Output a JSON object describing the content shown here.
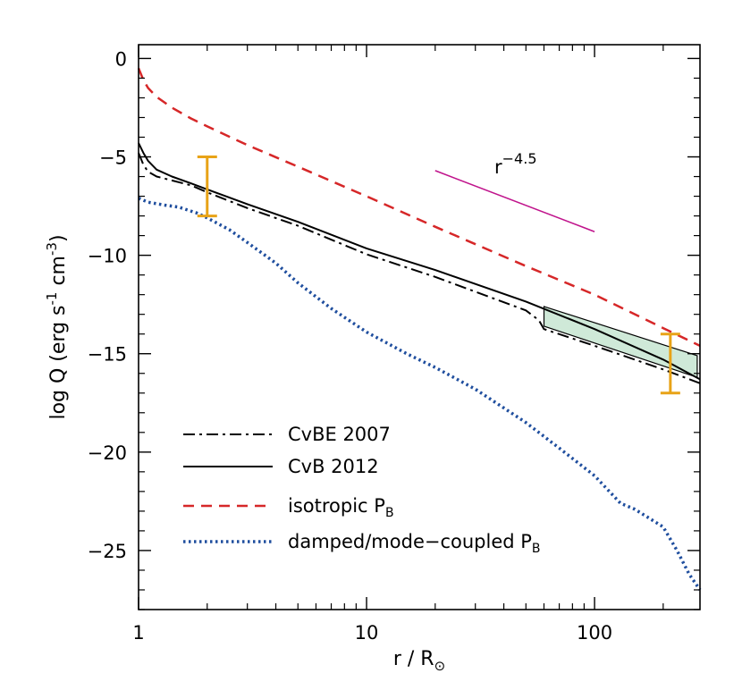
{
  "chart_data": {
    "type": "line",
    "xlabel": "r / R",
    "xlabel_subscript": "⊙",
    "ylabel_parts": [
      "log Q  (erg s",
      "-1",
      " cm",
      "-3",
      ")"
    ],
    "xscale": "log",
    "xlim": [
      1,
      290
    ],
    "ylim": [
      -28,
      0.7
    ],
    "x_ticks": [
      1,
      10,
      100
    ],
    "x_tick_labels": [
      "1",
      "10",
      "100"
    ],
    "y_ticks": [
      0,
      -5,
      -10,
      -15,
      -20,
      -25
    ],
    "y_tick_labels": [
      "0",
      "−5",
      "−10",
      "−15",
      "−20",
      "−25"
    ],
    "series": [
      {
        "name": "CvBE 2007",
        "style": "dashdot",
        "color": "#000000",
        "x": [
          1.0,
          1.05,
          1.1,
          1.2,
          1.4,
          1.7,
          2.0,
          3.0,
          5.0,
          10,
          20,
          50,
          57,
          60,
          100,
          200,
          290
        ],
        "y": [
          -4.8,
          -5.4,
          -5.75,
          -6.0,
          -6.2,
          -6.45,
          -6.8,
          -7.6,
          -8.5,
          -9.95,
          -11.1,
          -12.8,
          -13.3,
          -13.75,
          -14.6,
          -15.8,
          -16.5
        ]
      },
      {
        "name": "CvB 2012",
        "style": "solid",
        "color": "#000000",
        "x": [
          1.0,
          1.05,
          1.1,
          1.2,
          1.4,
          1.7,
          2.0,
          3.0,
          5.0,
          10,
          20,
          50,
          100,
          200,
          290
        ],
        "y": [
          -4.3,
          -4.8,
          -5.2,
          -5.65,
          -6.0,
          -6.35,
          -6.65,
          -7.4,
          -8.3,
          -9.65,
          -10.75,
          -12.35,
          -13.75,
          -15.3,
          -16.3
        ]
      },
      {
        "name": "isotropic P",
        "name_subscript": "B",
        "style": "dashed",
        "color": "#d62728",
        "x": [
          1.0,
          1.05,
          1.1,
          1.2,
          1.4,
          1.7,
          2.0,
          3.0,
          5.0,
          10,
          20,
          50,
          100,
          200,
          290
        ],
        "y": [
          -0.5,
          -1.1,
          -1.5,
          -1.95,
          -2.5,
          -3.05,
          -3.45,
          -4.4,
          -5.5,
          -7.0,
          -8.55,
          -10.55,
          -12.0,
          -13.7,
          -14.6
        ]
      },
      {
        "name": "damped/mode−coupled P",
        "name_subscript": "B",
        "style": "dotted",
        "color": "#1f4e9e",
        "x": [
          1.0,
          1.1,
          1.3,
          1.5,
          1.8,
          2.0,
          2.5,
          3.0,
          4.0,
          5.0,
          7.0,
          10,
          15,
          20,
          30,
          50,
          70,
          100,
          130,
          150,
          200,
          230,
          260,
          290
        ],
        "y": [
          -7.1,
          -7.3,
          -7.45,
          -7.55,
          -7.85,
          -8.1,
          -8.7,
          -9.35,
          -10.4,
          -11.4,
          -12.7,
          -13.9,
          -15.0,
          -15.7,
          -16.8,
          -18.5,
          -19.8,
          -21.2,
          -22.6,
          -22.9,
          -23.8,
          -25.0,
          -26.2,
          -27.0
        ]
      }
    ],
    "slope_annotation": {
      "label_base": "r",
      "label_exponent": "−4.5",
      "color": "#c0148c",
      "x": [
        20,
        100
      ],
      "y": [
        -5.7,
        -8.8
      ]
    },
    "error_bars": [
      {
        "x": 2.0,
        "y_low": -8.0,
        "y_high": -5.0,
        "color": "#e8a317"
      },
      {
        "x": 215,
        "y_low": -17.0,
        "y_high": -14.0,
        "color": "#e8a317"
      }
    ],
    "shaded_region": {
      "fill": "#cfe9d8",
      "stroke": "#000000",
      "x": [
        60,
        282,
        282,
        60
      ],
      "y": [
        -12.6,
        -15.1,
        -16.2,
        -13.6
      ]
    },
    "legend": {
      "placement": "bottom-left",
      "order": [
        "CvBE 2007",
        "CvB 2012",
        "isotropic P",
        "damped/mode−coupled P"
      ]
    },
    "grid": false
  }
}
